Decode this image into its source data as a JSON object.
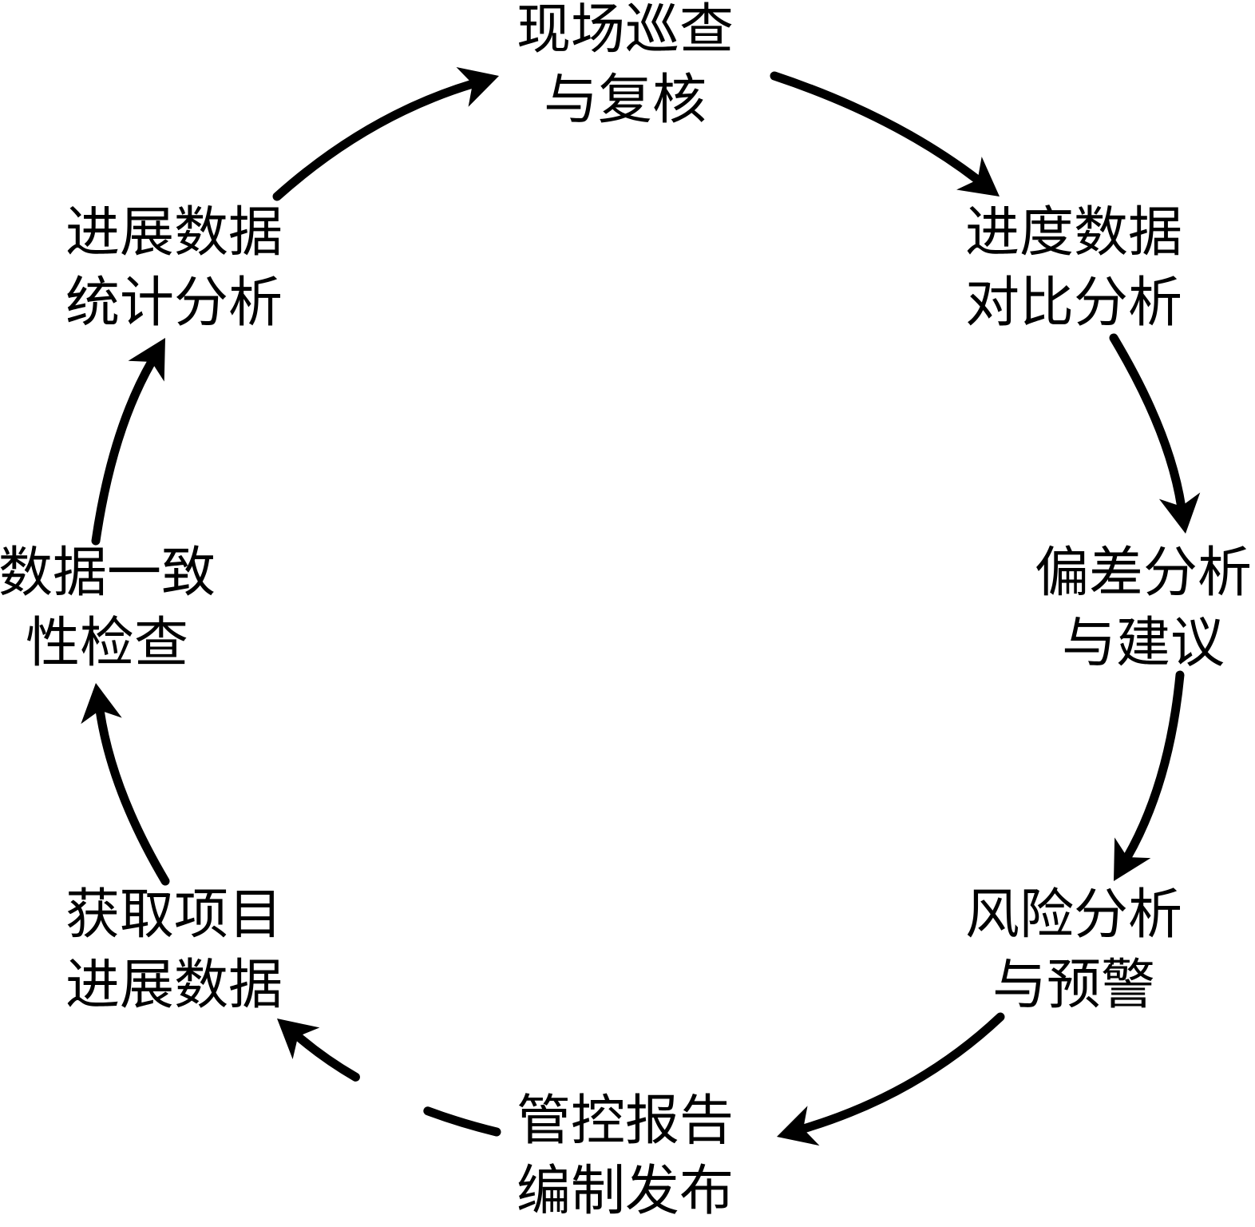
{
  "diagram": {
    "type": "cycle",
    "colors": {
      "background": "#ffffff",
      "stroke": "#000000",
      "text": "#000000"
    },
    "nodes": [
      {
        "id": "site-inspection",
        "lines": [
          "现场巡查",
          "与复核"
        ]
      },
      {
        "id": "progress-comparison",
        "lines": [
          "进度数据",
          "对比分析"
        ]
      },
      {
        "id": "deviation-analysis",
        "lines": [
          "偏差分析",
          "与建议"
        ]
      },
      {
        "id": "risk-warning",
        "lines": [
          "风险分析",
          "与预警"
        ]
      },
      {
        "id": "report-publishing",
        "lines": [
          "管控报告",
          "编制发布"
        ]
      },
      {
        "id": "acquire-progress-data",
        "lines": [
          "获取项目",
          "进展数据"
        ]
      },
      {
        "id": "consistency-check",
        "lines": [
          "数据一致",
          "性检查"
        ]
      },
      {
        "id": "progress-statistics",
        "lines": [
          "进展数据",
          "统计分析"
        ]
      }
    ],
    "edges": [
      {
        "from": "site-inspection",
        "to": "progress-comparison",
        "style": "solid"
      },
      {
        "from": "progress-comparison",
        "to": "deviation-analysis",
        "style": "solid"
      },
      {
        "from": "deviation-analysis",
        "to": "risk-warning",
        "style": "solid"
      },
      {
        "from": "risk-warning",
        "to": "report-publishing",
        "style": "solid"
      },
      {
        "from": "report-publishing",
        "to": "acquire-progress-data",
        "style": "dashed"
      },
      {
        "from": "acquire-progress-data",
        "to": "consistency-check",
        "style": "solid"
      },
      {
        "from": "consistency-check",
        "to": "progress-statistics",
        "style": "solid"
      },
      {
        "from": "progress-statistics",
        "to": "site-inspection",
        "style": "solid"
      }
    ]
  }
}
